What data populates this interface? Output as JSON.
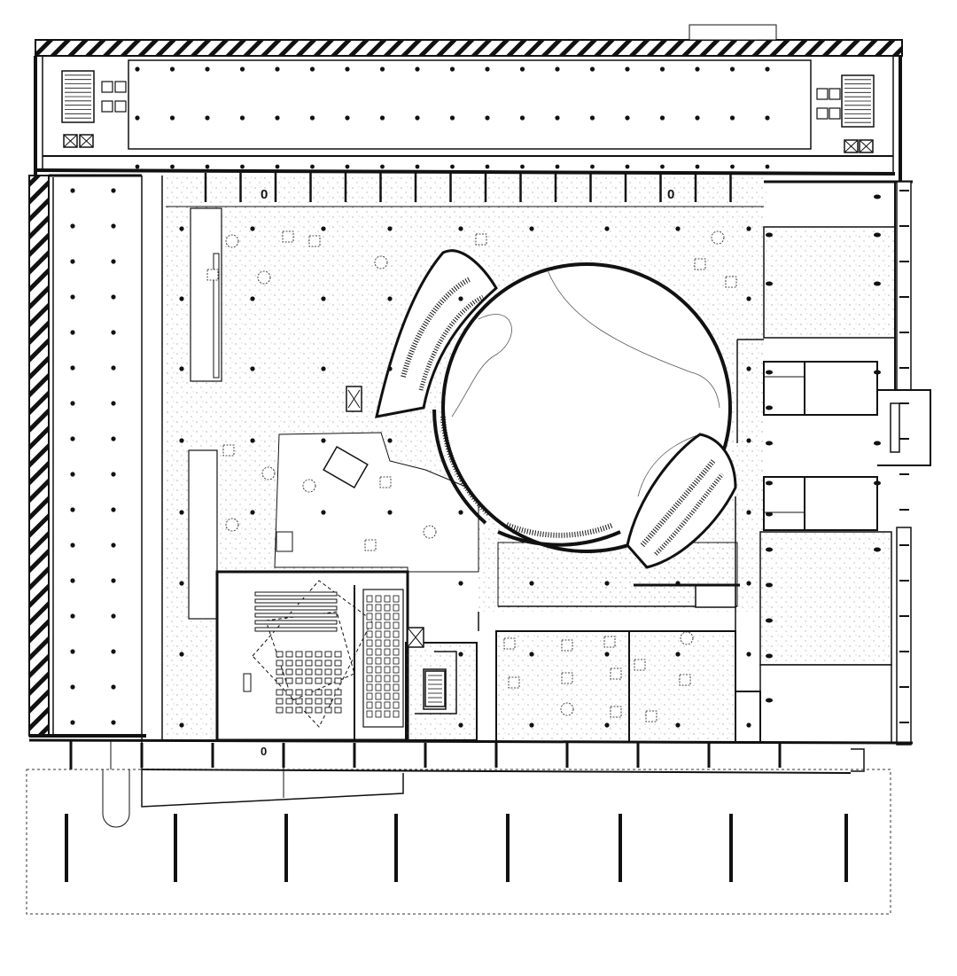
{
  "plan": {
    "labels": [
      "0",
      "0",
      "0"
    ],
    "colors": {
      "ink": "#111111",
      "paper": "#ffffff",
      "stipple": "#444444"
    }
  }
}
